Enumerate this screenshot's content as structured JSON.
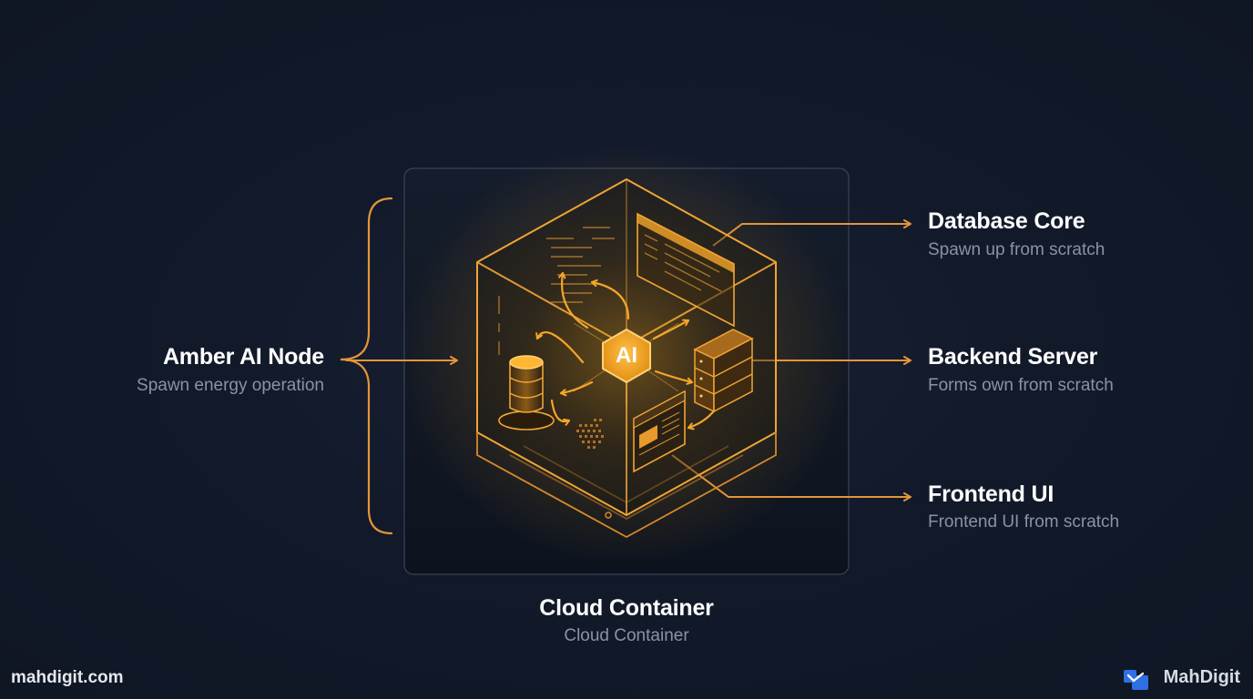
{
  "nodes": {
    "amber": {
      "title": "Amber AI Node",
      "subtitle": "Spawn energy operation"
    },
    "database": {
      "title": "Database Core",
      "subtitle": "Spawn up from scratch"
    },
    "backend": {
      "title": "Backend Server",
      "subtitle": "Forms own from scratch"
    },
    "frontend": {
      "title": "Frontend UI",
      "subtitle": "Frontend UI from scratch"
    },
    "container": {
      "title": "Cloud Container",
      "subtitle": "Cloud Container"
    }
  },
  "center": {
    "label": "AI"
  },
  "footer": {
    "domain": "mahdigit.com",
    "brand": "MahDigit"
  },
  "colors": {
    "background": "#111827",
    "accent": "#f59e0b",
    "line": "#e3953a",
    "text": "#ffffff",
    "subtext": "#8b93a3"
  },
  "icons": [
    "brace-icon",
    "arrow-icon",
    "database-icon",
    "server-rack-icon",
    "browser-window-icon",
    "code-window-icon",
    "hexagon-icon",
    "brand-logo-icon"
  ]
}
